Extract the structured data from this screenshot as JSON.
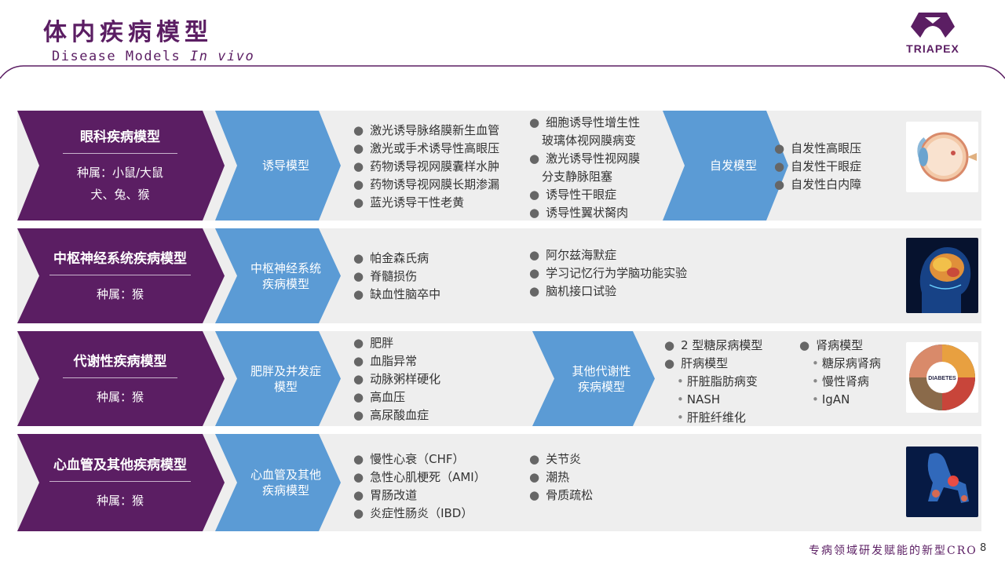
{
  "header": {
    "title": "体内疾病模型",
    "subtitle_main": "Disease Models ",
    "subtitle_italic": "In vivo",
    "logo_text": "TRIAPEX"
  },
  "colors": {
    "purple": "#5b1e63",
    "blue": "#5b9bd5",
    "row_bg": "#eeeeee"
  },
  "rows": [
    {
      "category": "眼科疾病模型",
      "species_line1": "种属：小鼠/大鼠",
      "species_line2": "犬、兔、猴",
      "model1": "诱导模型",
      "list1": [
        "激光诱导脉络膜新生血管",
        "激光或手术诱导性高眼压",
        "药物诱导视网膜囊样水肿",
        "药物诱导视网膜长期渗漏",
        "蓝光诱导干性老黄"
      ],
      "list2": [
        "细胞诱导性增生性",
        "玻璃体视网膜病变",
        "激光诱导性视网膜",
        "分支静脉阻塞",
        "诱导性干眼症",
        "诱导性翼状胬肉"
      ],
      "model2": "自发模型",
      "list3": [
        "自发性高眼压",
        "自发性干眼症",
        "自发性白内障"
      ],
      "image_icon": "eye-anatomy-image"
    },
    {
      "category": "中枢神经系统疾病模型",
      "species_line1": "种属：猴",
      "model1_line1": "中枢神经系统",
      "model1_line2": "疾病模型",
      "list1": [
        "帕金森氏病",
        "脊髓损伤",
        "缺血性脑卒中"
      ],
      "list2": [
        "阿尔兹海默症",
        "学习记忆行为学脑功能实验",
        "脑机接口试验"
      ],
      "image_icon": "brain-image"
    },
    {
      "category": "代谢性疾病模型",
      "species_line1": "种属：猴",
      "model1_line1": "肥胖及并发症",
      "model1_line2": "模型",
      "list1": [
        "肥胖",
        "血脂异常",
        "动脉粥样硬化",
        "高血压",
        "高尿酸血症"
      ],
      "model2_line1": "其他代谢性",
      "model2_line2": "疾病模型",
      "list2_a": "2 型糖尿病模型",
      "list2_b": "肝病模型",
      "list2_subs": [
        "肝脏脂肪病变",
        "NASH",
        "肝脏纤维化"
      ],
      "list3_a": "肾病模型",
      "list3_subs": [
        "糖尿病肾病",
        "慢性肾病",
        "IgAN"
      ],
      "image_icon": "diabetes-image",
      "image_label": "DIABETES"
    },
    {
      "category": "心血管及其他疾病模型",
      "species_line1": "种属：猴",
      "model1_line1": "心血管及其他",
      "model1_line2": "疾病模型",
      "list1": [
        "慢性心衰（CHF）",
        "急性心肌梗死（AMI）",
        "胃肠改道",
        "炎症性肠炎（IBD）"
      ],
      "list2": [
        "关节炎",
        "潮热",
        "骨质疏松"
      ],
      "image_icon": "joint-pain-image"
    }
  ],
  "footer": {
    "tagline": "专病领域研发赋能的新型CRO",
    "page": "8"
  }
}
